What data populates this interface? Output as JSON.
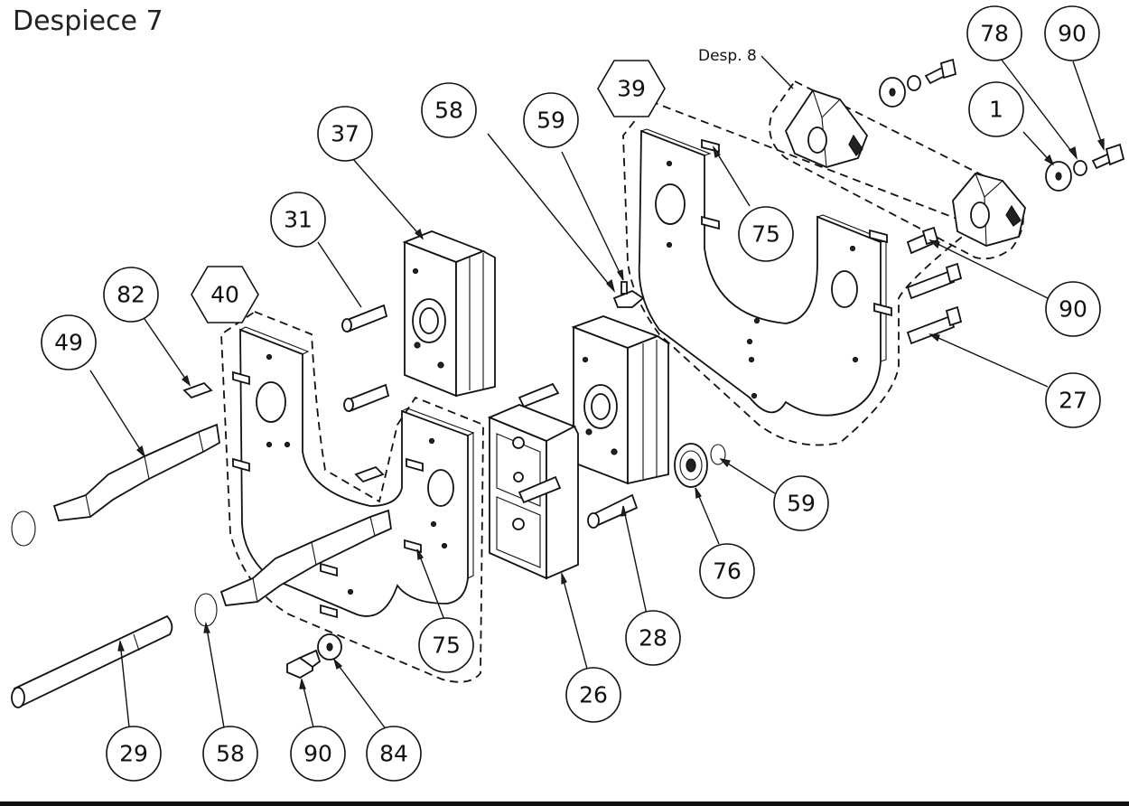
{
  "title": "Despiece 7",
  "reference": "Desp. 8",
  "balloons": [
    {
      "id": "b78",
      "label": "78",
      "shape": "circle"
    },
    {
      "id": "b90a",
      "label": "90",
      "shape": "circle"
    },
    {
      "id": "b39",
      "label": "39",
      "shape": "hex"
    },
    {
      "id": "b58a",
      "label": "58",
      "shape": "circle"
    },
    {
      "id": "b59a",
      "label": "59",
      "shape": "circle"
    },
    {
      "id": "b37",
      "label": "37",
      "shape": "circle"
    },
    {
      "id": "b1",
      "label": "1",
      "shape": "circle"
    },
    {
      "id": "b31",
      "label": "31",
      "shape": "circle"
    },
    {
      "id": "b75a",
      "label": "75",
      "shape": "circle"
    },
    {
      "id": "b82",
      "label": "82",
      "shape": "circle"
    },
    {
      "id": "b40",
      "label": "40",
      "shape": "hex"
    },
    {
      "id": "b90b",
      "label": "90",
      "shape": "circle"
    },
    {
      "id": "b49",
      "label": "49",
      "shape": "circle"
    },
    {
      "id": "b27",
      "label": "27",
      "shape": "circle"
    },
    {
      "id": "b59b",
      "label": "59",
      "shape": "circle"
    },
    {
      "id": "b76",
      "label": "76",
      "shape": "circle"
    },
    {
      "id": "b28",
      "label": "28",
      "shape": "circle"
    },
    {
      "id": "b75b",
      "label": "75",
      "shape": "circle"
    },
    {
      "id": "b26",
      "label": "26",
      "shape": "circle"
    },
    {
      "id": "b29",
      "label": "29",
      "shape": "circle"
    },
    {
      "id": "b58b",
      "label": "58",
      "shape": "circle"
    },
    {
      "id": "b90c",
      "label": "90",
      "shape": "circle"
    },
    {
      "id": "b84",
      "label": "84",
      "shape": "circle"
    }
  ]
}
